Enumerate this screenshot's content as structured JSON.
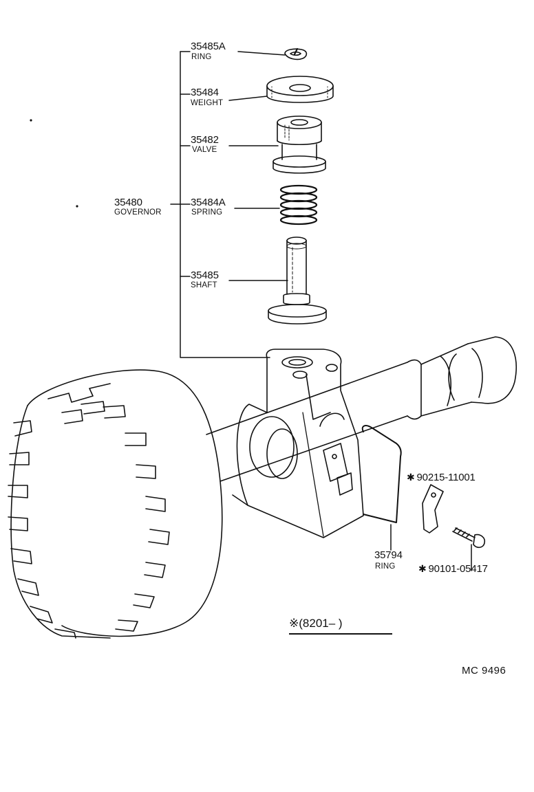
{
  "parts": [
    {
      "id": "governor",
      "number": "35480",
      "name": "GOVERNOR"
    },
    {
      "id": "ring-top",
      "number": "35485A",
      "name": "RING"
    },
    {
      "id": "weight",
      "number": "35484",
      "name": "WEIGHT"
    },
    {
      "id": "valve",
      "number": "35482",
      "name": "VALVE"
    },
    {
      "id": "spring",
      "number": "35484A",
      "name": "SPRING"
    },
    {
      "id": "shaft",
      "number": "35485",
      "name": "SHAFT"
    },
    {
      "id": "ring-side",
      "number": "35794",
      "name": "RING"
    },
    {
      "id": "plate",
      "number": "90215-11001",
      "marked": true
    },
    {
      "id": "bolt",
      "number": "90101-05417",
      "marked": true
    }
  ],
  "mark_symbol": "✱",
  "note": "※(8201–        )",
  "diagram_code": "MC  9496"
}
